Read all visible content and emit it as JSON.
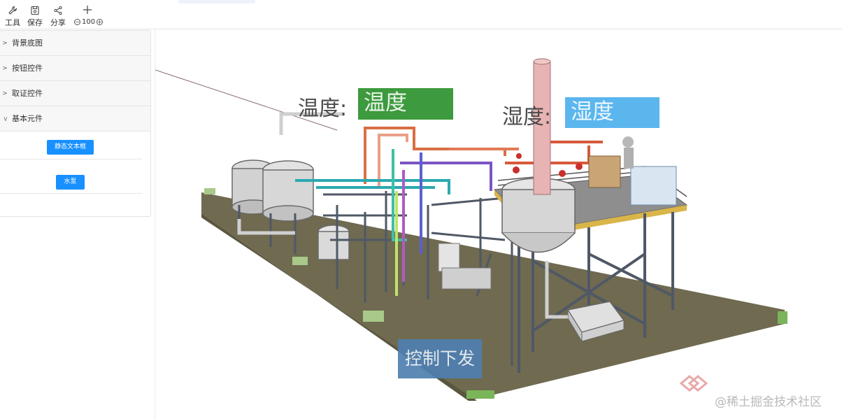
{
  "toolbar": {
    "tools": {
      "label": "工具",
      "icon": "wrench-icon"
    },
    "save": {
      "label": "保存",
      "icon": "save-icon"
    },
    "share": {
      "label": "分享",
      "icon": "share-icon"
    },
    "add": {
      "icon": "plus-icon"
    },
    "zoom": {
      "value": "100",
      "decrease_icon": "zoom-out-icon",
      "increase_icon": "zoom-in-icon"
    }
  },
  "sidebar": {
    "sections": [
      {
        "label": "背景底图",
        "expanded": false
      },
      {
        "label": "按钮控件",
        "expanded": false
      },
      {
        "label": "取证控件",
        "expanded": false
      },
      {
        "label": "基本元件",
        "expanded": true
      }
    ],
    "components": [
      {
        "label": "静态文本框"
      },
      {
        "label": "水泵"
      }
    ]
  },
  "canvas": {
    "temperature": {
      "caption": "温度:",
      "value": "温度",
      "color": "#3d9a3e"
    },
    "humidity": {
      "caption": "湿度:",
      "value": "湿度",
      "color": "#5bb6ee"
    },
    "control_button": {
      "label": "控制下发",
      "color": "#4f7fb0"
    }
  },
  "watermark": {
    "text": "@稀土掘金技术社区"
  },
  "colors": {
    "accent": "#1890ff"
  }
}
